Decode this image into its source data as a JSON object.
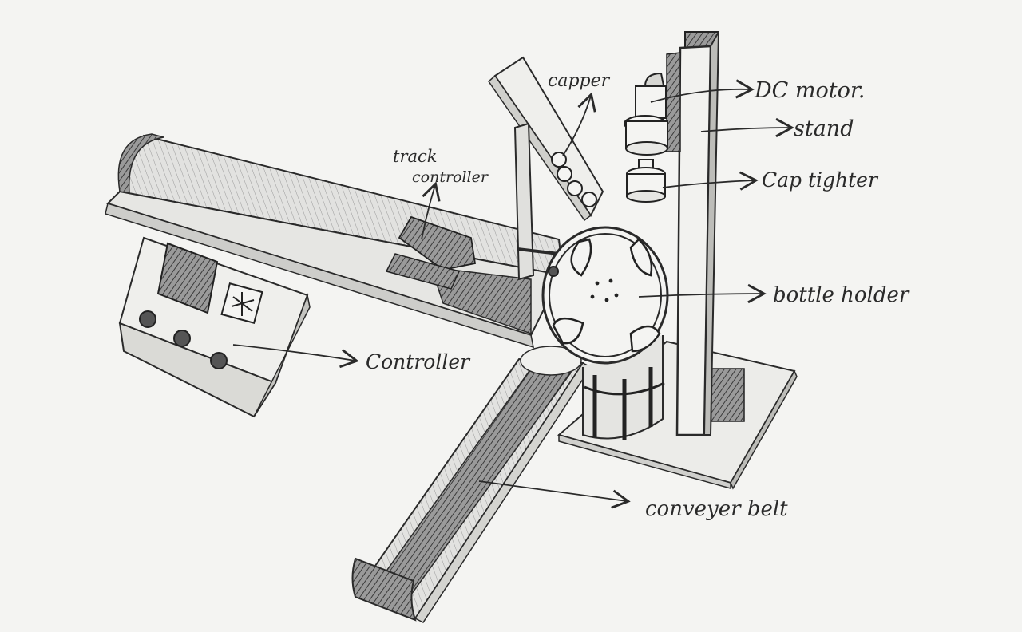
{
  "labels": {
    "capper": "capper",
    "track_controller_line1": "track",
    "track_controller_line2": "controller",
    "dc_motor": "DC motor.",
    "stand": "stand",
    "cap_tighter": "Cap tighter",
    "bottle_holder": "bottle holder",
    "controller": "Controller",
    "conveyor_belt": "conveyer belt"
  },
  "colors": {
    "ink": "#2a2a2a",
    "paper": "#f4f4f2",
    "shade": "#6e6e6e",
    "dark": "#333333"
  }
}
